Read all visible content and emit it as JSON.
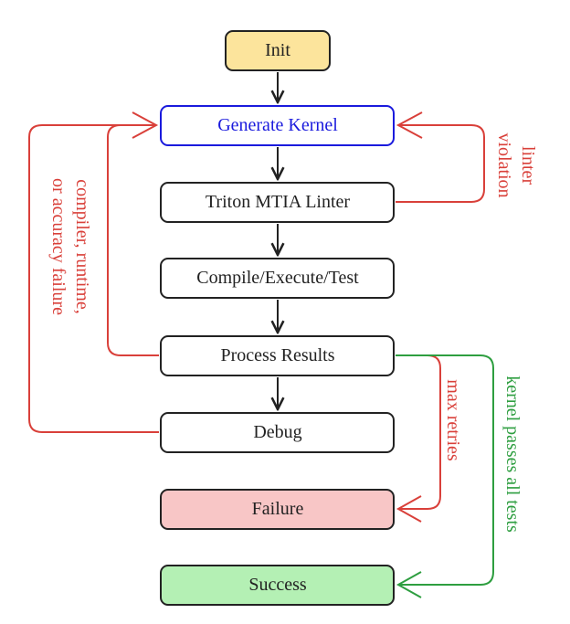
{
  "colors": {
    "black": "#222222",
    "red": "#d9403a",
    "green": "#2e9e40",
    "blue": "#1a1add",
    "init_fill": "#fce49c",
    "failure_fill": "#f8c6c6",
    "success_fill": "#b4f0b4",
    "default_fill": "#ffffff"
  },
  "nodes": {
    "init": "Init",
    "generate": "Generate Kernel",
    "linter": "Triton MTIA Linter",
    "compile": "Compile/Execute/Test",
    "process": "Process Results",
    "debug": "Debug",
    "failure": "Failure",
    "success": "Success"
  },
  "labels": {
    "linter_violation": [
      "linter",
      "violation"
    ],
    "debug_loop": [
      "compiler, runtime,",
      "or accuracy failure"
    ],
    "max_retries": "max retries",
    "kernel_passes": "kernel passes all tests"
  }
}
